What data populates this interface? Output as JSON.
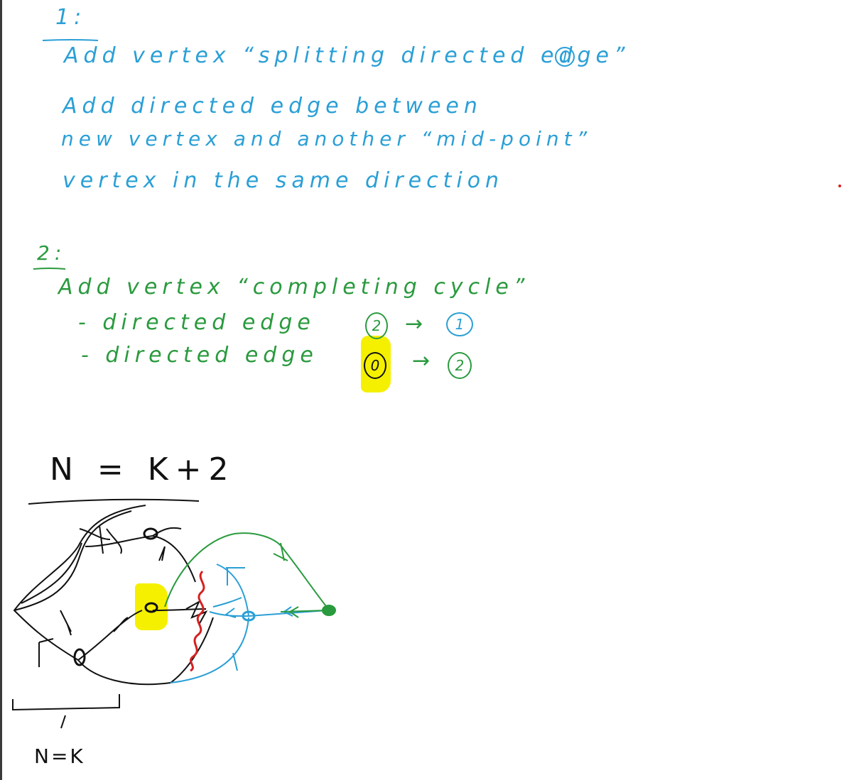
{
  "colors": {
    "blue_ink": "#2a9fd6",
    "green_ink": "#2a9a3e",
    "black_ink": "#111111",
    "red_ink": "#d62020",
    "highlight": "#f5f000"
  },
  "step1": {
    "number": "1:",
    "line1_text": "Add vertex “splitting directed edge”",
    "line1_marker": "1",
    "line2": "Add directed edge between",
    "line3": "new vertex and another “mid-point”",
    "line4": "vertex in the same direction"
  },
  "step2": {
    "number": "2:",
    "line1": "Add vertex “completing cycle”",
    "line2_text": "- directed edge",
    "line2_from": "2",
    "line2_arrow": "→",
    "line2_to": "1",
    "line3_text": "- directed edge",
    "line3_from": "0",
    "line3_arrow": "→",
    "line3_to": "2"
  },
  "sketch": {
    "formula_top": "N = K+2",
    "formula_bottom": "N=K"
  }
}
